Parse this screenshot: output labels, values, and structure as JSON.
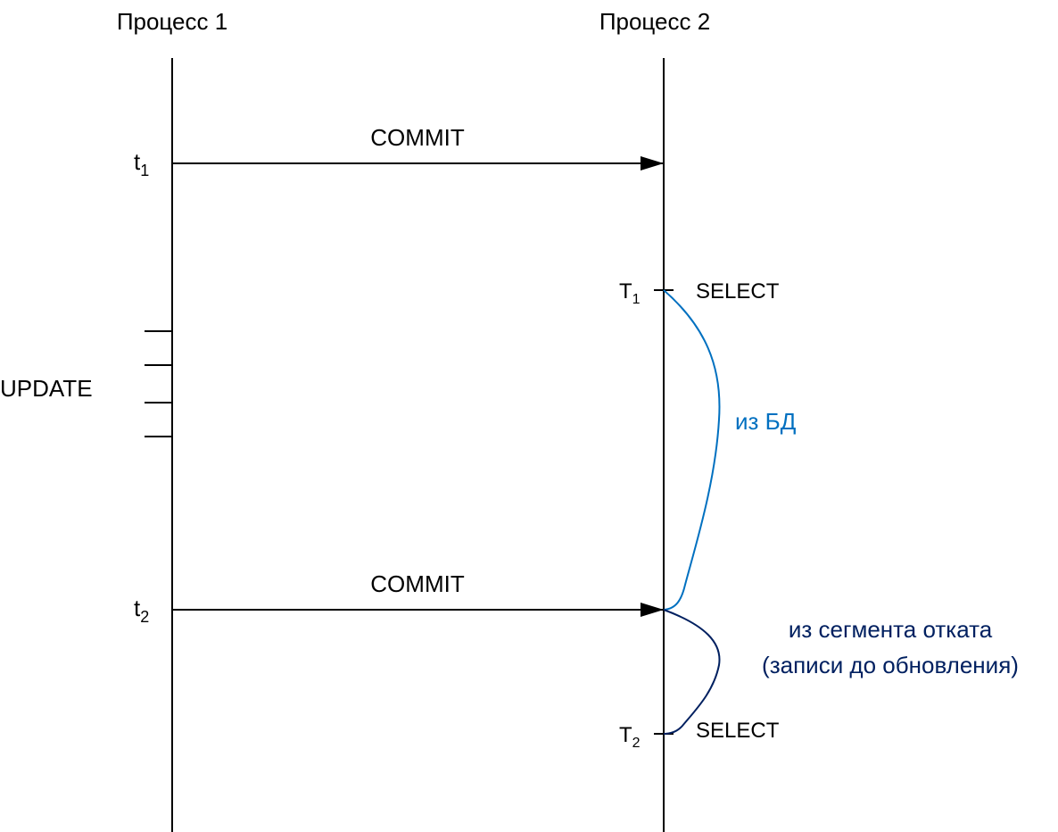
{
  "processes": [
    {
      "title": "Процесс 1"
    },
    {
      "title": "Процесс 2"
    }
  ],
  "events": {
    "commit1": {
      "label": "COMMIT",
      "time": "t",
      "sub": "1"
    },
    "commit2": {
      "label": "COMMIT",
      "time": "t",
      "sub": "2"
    },
    "update": {
      "label": "UPDATE"
    },
    "select1": {
      "label": "SELECT",
      "time": "T",
      "sub": "1"
    },
    "select2": {
      "label": "SELECT",
      "time": "T",
      "sub": "2"
    }
  },
  "annotations": {
    "from_db": "из БД",
    "from_rollback_line1": "из сегмента отката",
    "from_rollback_line2": "(записи до обновления)"
  },
  "colors": {
    "from_db": "#0070C0",
    "from_rollback": "#002060"
  }
}
